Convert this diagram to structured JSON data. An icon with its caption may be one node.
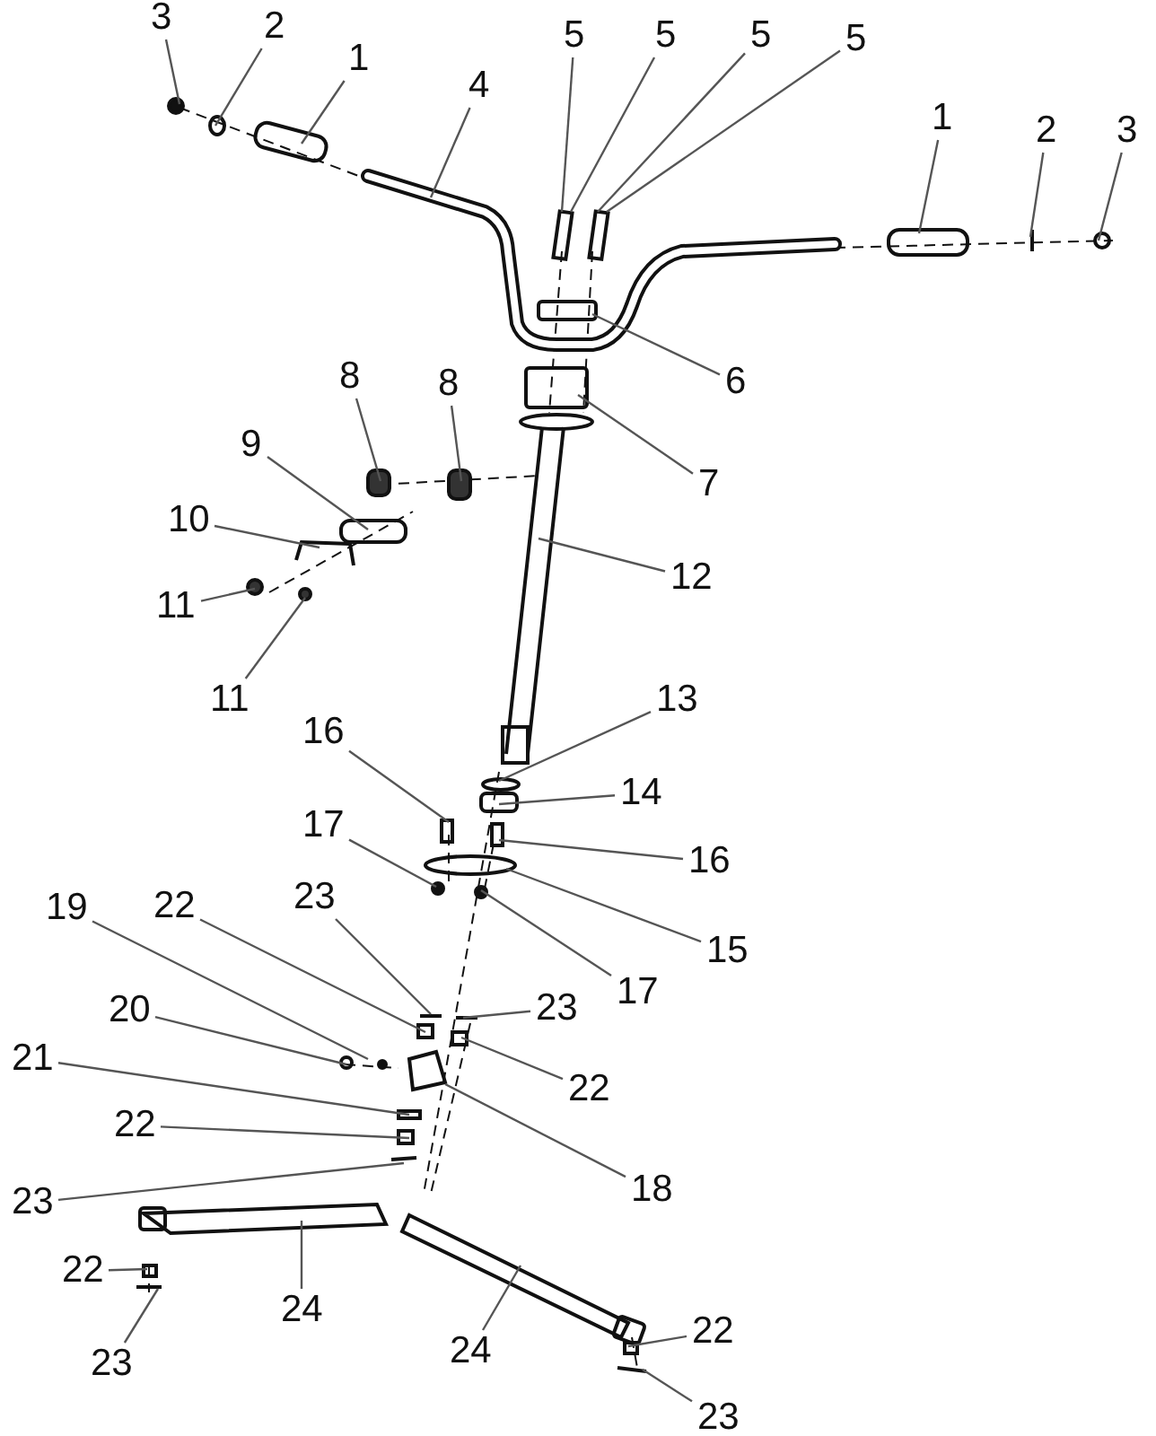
{
  "diagram": {
    "nodes": [
      {
        "text": [
          "3"
        ]
      },
      {
        "text": [
          "2"
        ]
      },
      {
        "text": [
          "1"
        ]
      },
      {
        "text": [
          "4"
        ]
      },
      {
        "text": [
          "5"
        ]
      },
      {
        "text": [
          "5"
        ]
      },
      {
        "text": [
          "5"
        ]
      },
      {
        "text": [
          "5"
        ]
      },
      {
        "text": [
          "1"
        ]
      },
      {
        "text": [
          "2"
        ]
      },
      {
        "text": [
          "3"
        ]
      },
      {
        "text": [
          "8"
        ]
      },
      {
        "text": [
          "6"
        ]
      },
      {
        "text": [
          "8"
        ]
      },
      {
        "text": [
          "9"
        ]
      },
      {
        "text": [
          "7"
        ]
      },
      {
        "text": [
          "10"
        ]
      },
      {
        "text": [
          "12"
        ]
      },
      {
        "text": [
          "11"
        ]
      },
      {
        "text": [
          "11"
        ]
      },
      {
        "text": [
          "13"
        ]
      },
      {
        "text": [
          "16"
        ]
      },
      {
        "text": [
          "14"
        ]
      },
      {
        "text": [
          "17"
        ]
      },
      {
        "text": [
          "16"
        ]
      },
      {
        "text": [
          "19"
        ]
      },
      {
        "text": [
          "22"
        ]
      },
      {
        "text": [
          "23"
        ]
      },
      {
        "text": [
          "15"
        ]
      },
      {
        "text": [
          "17"
        ]
      },
      {
        "text": [
          "20"
        ]
      },
      {
        "text": [
          "23"
        ]
      },
      {
        "text": [
          "21"
        ]
      },
      {
        "text": [
          "22"
        ]
      },
      {
        "text": [
          "22"
        ]
      },
      {
        "text": [
          "23"
        ]
      },
      {
        "text": [
          "18"
        ]
      },
      {
        "text": [
          "22"
        ]
      },
      {
        "text": [
          "24"
        ]
      },
      {
        "text": [
          "22"
        ]
      },
      {
        "text": [
          "24"
        ]
      },
      {
        "text": [
          "23"
        ]
      },
      {
        "text": [
          "23"
        ]
      }
    ],
    "edges": [
      {
        "from": 0,
        "to": null,
        "arrow": "none"
      },
      {
        "from": 1,
        "to": null,
        "arrow": "none"
      },
      {
        "from": 2,
        "to": null,
        "arrow": "none"
      },
      {
        "from": 3,
        "to": null,
        "arrow": "none"
      },
      {
        "from": 4,
        "to": null,
        "arrow": "none"
      },
      {
        "from": 5,
        "to": null,
        "arrow": "none"
      },
      {
        "from": 6,
        "to": null,
        "arrow": "none"
      },
      {
        "from": 7,
        "to": null,
        "arrow": "none"
      },
      {
        "from": 8,
        "to": null,
        "arrow": "none"
      },
      {
        "from": 9,
        "to": null,
        "arrow": "none"
      },
      {
        "from": 10,
        "to": null,
        "arrow": "none"
      },
      {
        "from": 11,
        "to": null,
        "arrow": "none"
      },
      {
        "from": 12,
        "to": null,
        "arrow": "none"
      },
      {
        "from": 13,
        "to": null,
        "arrow": "none"
      },
      {
        "from": 14,
        "to": null,
        "arrow": "none"
      },
      {
        "from": 15,
        "to": null,
        "arrow": "none"
      },
      {
        "from": 16,
        "to": null,
        "arrow": "none"
      },
      {
        "from": 17,
        "to": null,
        "arrow": "none"
      },
      {
        "from": 18,
        "to": null,
        "arrow": "none"
      },
      {
        "from": 19,
        "to": null,
        "arrow": "none"
      },
      {
        "from": 20,
        "to": null,
        "arrow": "none"
      },
      {
        "from": 21,
        "to": null,
        "arrow": "none"
      },
      {
        "from": 22,
        "to": null,
        "arrow": "none"
      },
      {
        "from": 23,
        "to": null,
        "arrow": "none"
      },
      {
        "from": 24,
        "to": null,
        "arrow": "none"
      },
      {
        "from": 25,
        "to": null,
        "arrow": "none"
      },
      {
        "from": 26,
        "to": null,
        "arrow": "none"
      },
      {
        "from": 27,
        "to": null,
        "arrow": "none"
      },
      {
        "from": 28,
        "to": null,
        "arrow": "none"
      },
      {
        "from": 29,
        "to": null,
        "arrow": "none"
      },
      {
        "from": 30,
        "to": null,
        "arrow": "none"
      },
      {
        "from": 31,
        "to": null,
        "arrow": "none"
      },
      {
        "from": 32,
        "to": null,
        "arrow": "none"
      },
      {
        "from": 33,
        "to": null,
        "arrow": "none"
      },
      {
        "from": 34,
        "to": null,
        "arrow": "none"
      },
      {
        "from": 35,
        "to": null,
        "arrow": "none"
      },
      {
        "from": 36,
        "to": null,
        "arrow": "none"
      },
      {
        "from": 37,
        "to": null,
        "arrow": "none"
      },
      {
        "from": 38,
        "to": null,
        "arrow": "none"
      },
      {
        "from": 39,
        "to": null,
        "arrow": "none"
      },
      {
        "from": 40,
        "to": null,
        "arrow": "none"
      },
      {
        "from": 41,
        "to": null,
        "arrow": "none"
      },
      {
        "from": 42,
        "to": null,
        "arrow": "none"
      }
    ]
  }
}
